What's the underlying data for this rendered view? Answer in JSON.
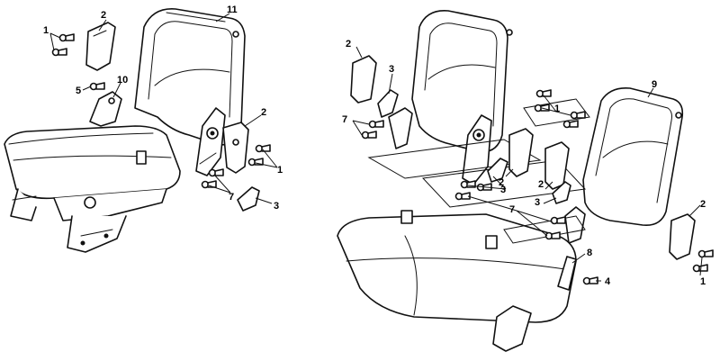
{
  "callouts": {
    "left_1": "1",
    "left_2_top": "2",
    "left_5": "5",
    "left_10": "10",
    "left_11": "11",
    "left_2_right": "2",
    "left_1_right": "1",
    "left_7": "7",
    "left_3": "3",
    "right_2_top": "2",
    "right_3_top": "3",
    "right_7": "7",
    "right_1_mid": "1",
    "right_9": "9",
    "right_2_mid": "2",
    "right_3_mid": "3",
    "right_2_mid_b": "2",
    "right_3_mid_b": "3",
    "right_7_mid": "7",
    "right_2_far": "2",
    "right_1_far": "1",
    "right_8": "8",
    "right_4": "4"
  }
}
